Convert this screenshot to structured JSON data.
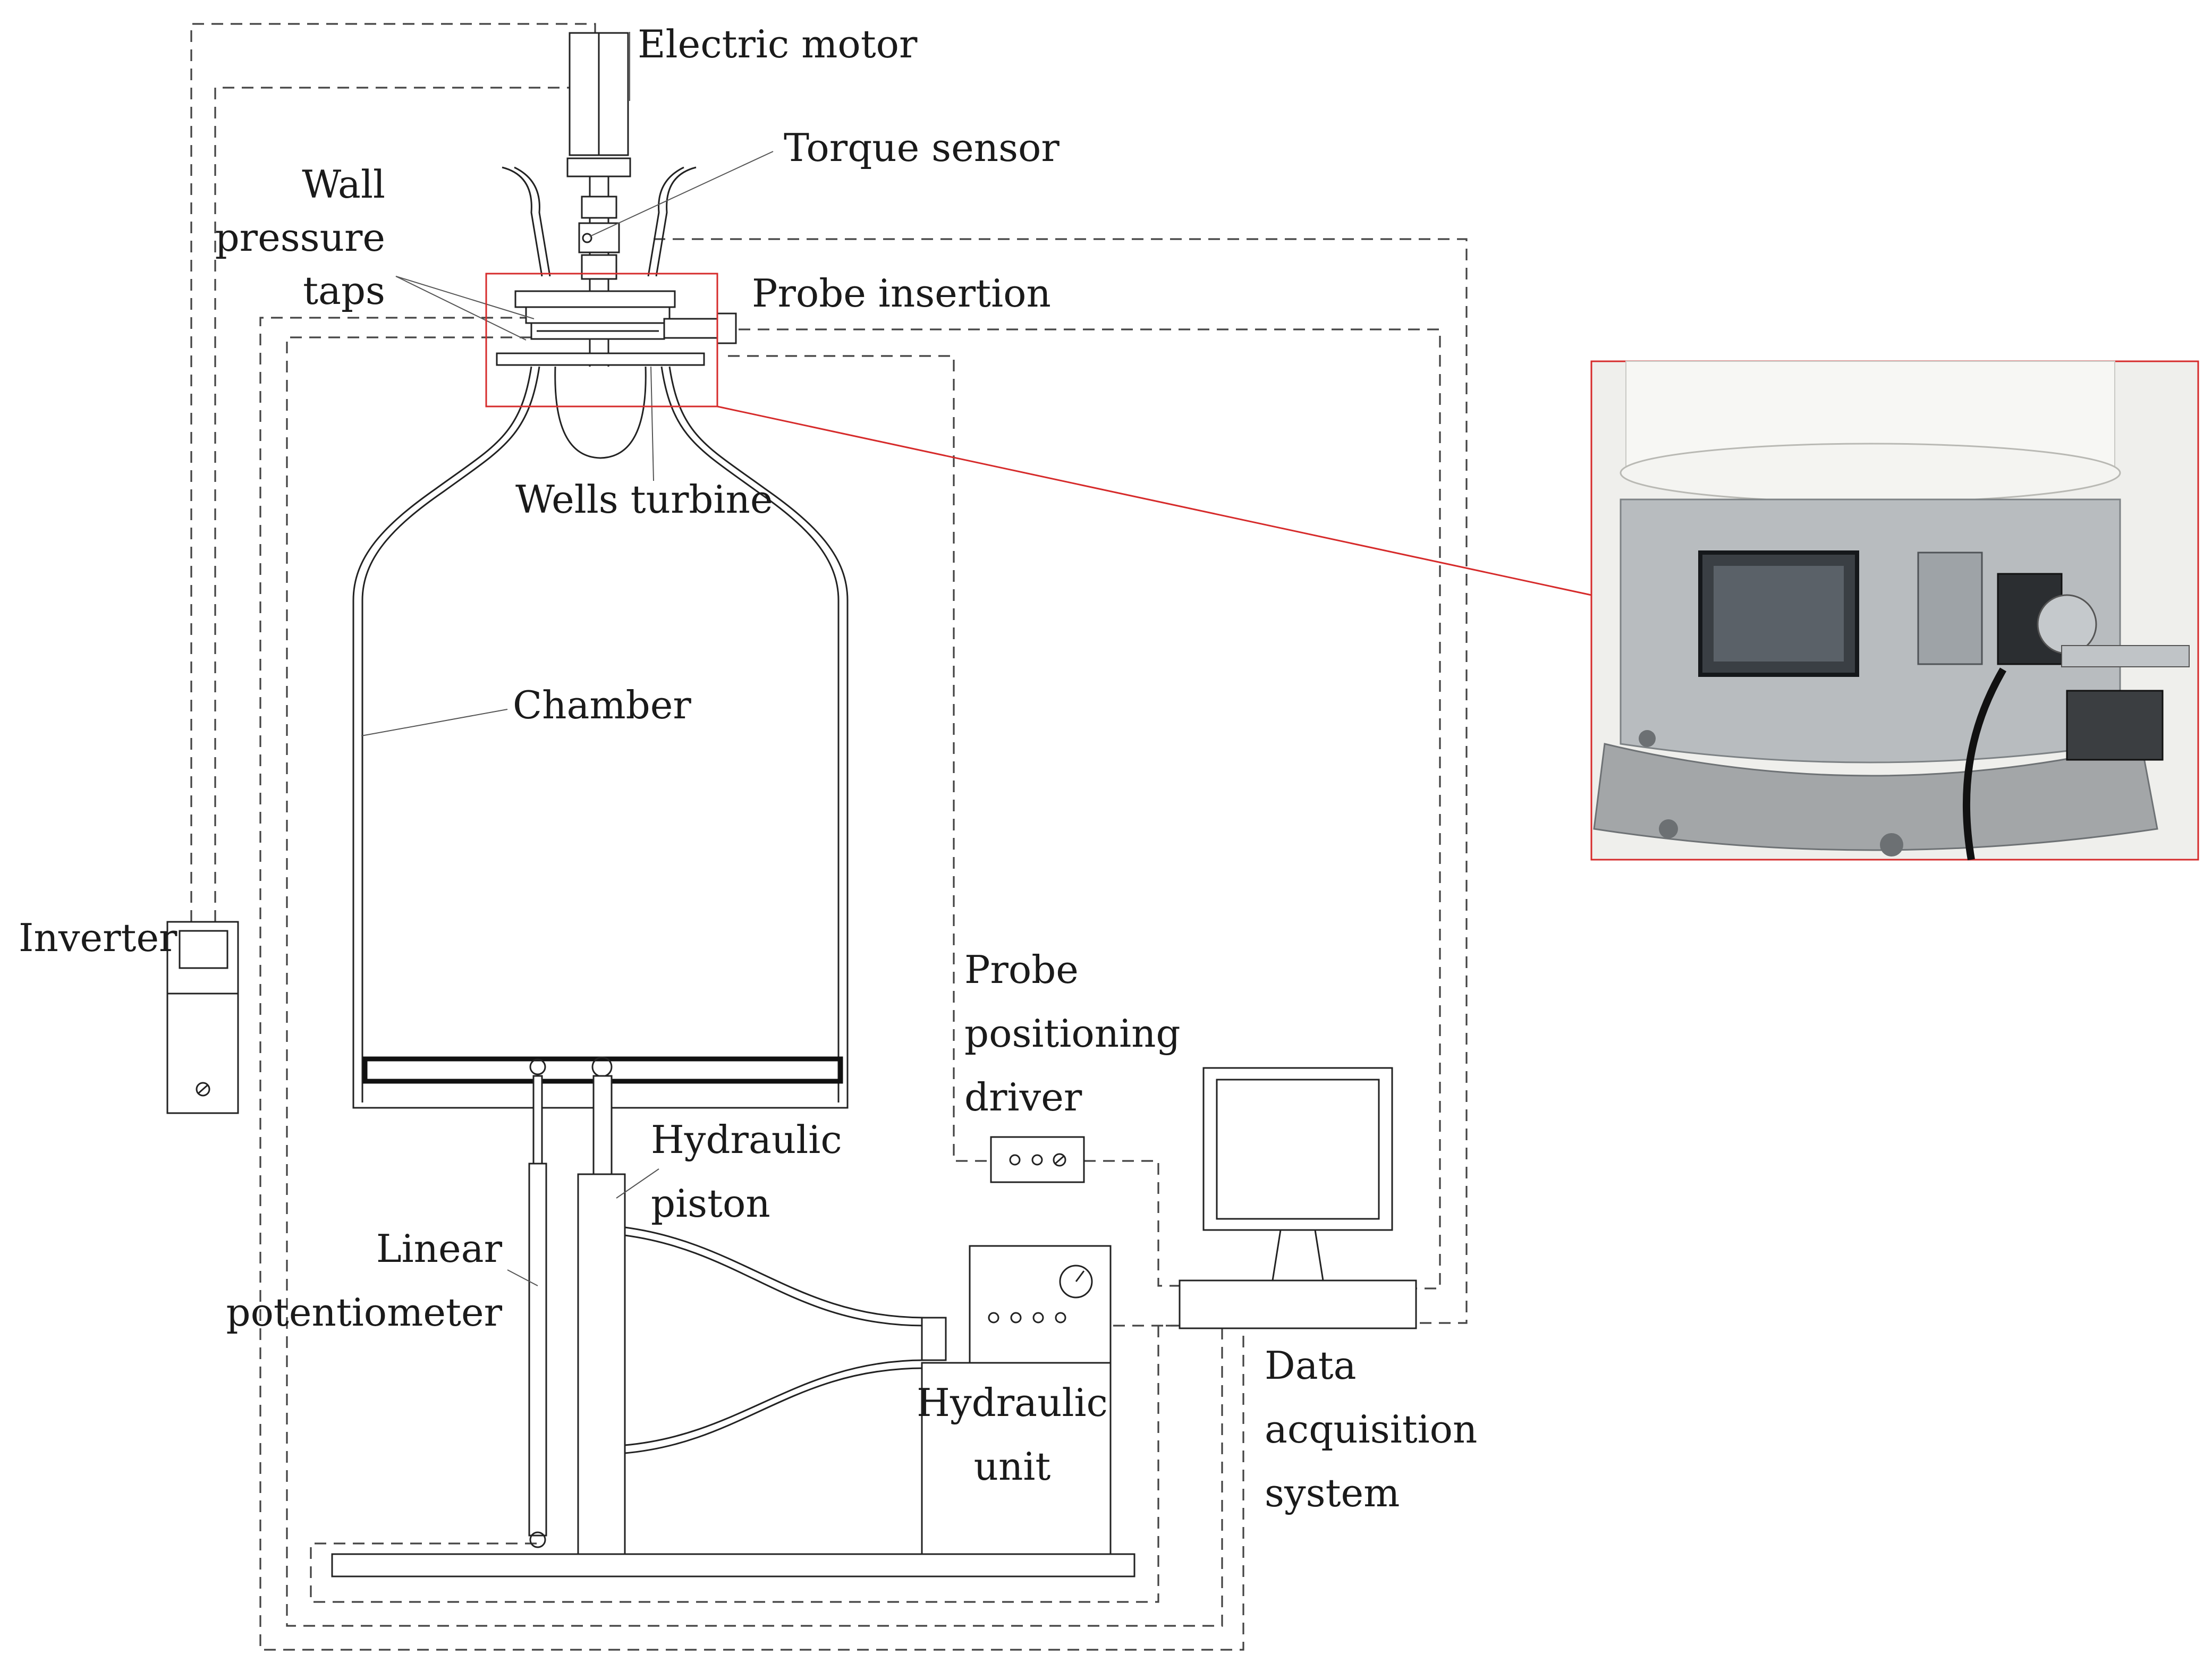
{
  "labels": {
    "electric_motor": "Electric motor",
    "torque_sensor": "Torque sensor",
    "wall_line1": "Wall",
    "wall_line2": "pressure",
    "wall_line3": "taps",
    "probe_insertion": "Probe insertion",
    "wells_turbine": "Wells turbine",
    "chamber": "Chamber",
    "inverter": "Inverter",
    "probe_pos_line1": "Probe",
    "probe_pos_line2": "positioning",
    "probe_pos_line3": "driver",
    "hydraulic_piston_line1": "Hydraulic",
    "hydraulic_piston_line2": "piston",
    "linear_pot_line1": "Linear",
    "linear_pot_line2": "potentiometer",
    "hydraulic_unit_line1": "Hydraulic",
    "hydraulic_unit_line2": "unit",
    "daq_line1": "Data",
    "daq_line2": "acquisition",
    "daq_line3": "system"
  },
  "colors": {
    "highlight": "#d62b2b",
    "line": "#222222",
    "wire": "#444444"
  }
}
